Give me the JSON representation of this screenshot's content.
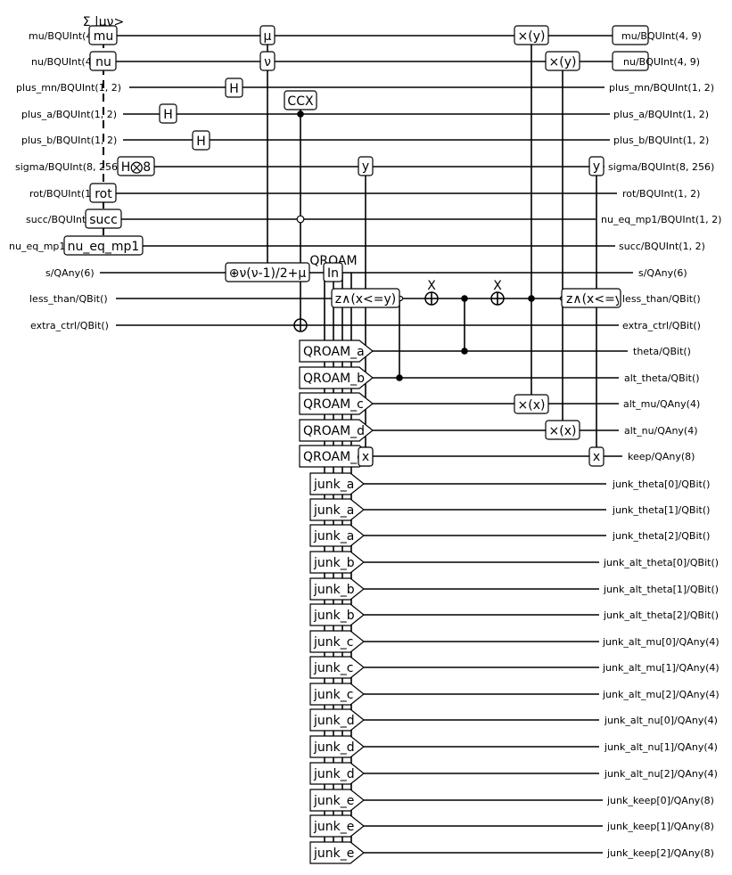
{
  "left_labels": [
    "mu/BQUInt(4, 9)",
    "nu/BQUInt(4, 9)",
    "plus_mn/BQUInt(1, 2)",
    "plus_a/BQUInt(1, 2)",
    "plus_b/BQUInt(1, 2)",
    "sigma/BQUInt(8, 256)",
    "rot/BQUInt(1, 2)",
    "succ/BQUInt(1, 2)",
    "nu_eq_mp1/BQUInt(1, 2)",
    "s/QAny(6)",
    "less_than/QBit()",
    "extra_ctrl/QBit()"
  ],
  "right_labels": [
    "mu/BQUInt(4, 9)",
    "nu/BQUInt(4, 9)",
    "plus_mn/BQUInt(1, 2)",
    "plus_a/BQUInt(1, 2)",
    "plus_b/BQUInt(1, 2)",
    "sigma/BQUInt(8, 256)",
    "rot/BQUInt(1, 2)",
    "nu_eq_mp1/BQUInt(1, 2)",
    "succ/BQUInt(1, 2)",
    "s/QAny(6)",
    "less_than/QBit()",
    "extra_ctrl/QBit()",
    "theta/QBit()",
    "alt_theta/QBit()",
    "alt_mu/QAny(4)",
    "alt_nu/QAny(4)",
    "keep/QAny(8)",
    "junk_theta[0]/QBit()",
    "junk_theta[1]/QBit()",
    "junk_theta[2]/QBit()",
    "junk_alt_theta[0]/QBit()",
    "junk_alt_theta[1]/QBit()",
    "junk_alt_theta[2]/QBit()",
    "junk_alt_mu[0]/QAny(4)",
    "junk_alt_mu[1]/QAny(4)",
    "junk_alt_mu[2]/QAny(4)",
    "junk_alt_nu[0]/QAny(4)",
    "junk_alt_nu[1]/QAny(4)",
    "junk_alt_nu[2]/QAny(4)",
    "junk_keep[0]/QAny(8)",
    "junk_keep[1]/QAny(8)",
    "junk_keep[2]/QAny(8)"
  ],
  "header": {
    "prep_title": "Σ |μν>",
    "qroam_title": "QROAM",
    "x_gate_1": "X",
    "x_gate_2": "X"
  },
  "gates": {
    "prep_mu": "mu",
    "prep_nu": "nu",
    "prep_rot": "rot",
    "prep_succ": "succ",
    "prep_nu_eq_mp1": "nu_eq_mp1",
    "h_plus_mn": "H",
    "h_plus_a": "H",
    "h_plus_b": "H",
    "h_sigma": "H⨂8",
    "mu_ctrl": "μ",
    "nu_ctrl": "ν",
    "add_formula": "⊕ν(ν-1)/2+μ",
    "ccx": "CCX",
    "qroam_in": "In",
    "lte_1": "z∧(x<=y)",
    "lte_2": "z∧(x<=y)",
    "sigma_y_1": "y",
    "sigma_y_2": "y",
    "keep_x_1": "x",
    "keep_x_2": "x",
    "swap_mu_y": "×(y)",
    "swap_nu_y": "×(y)",
    "swap_mu_x": "×(x)",
    "swap_nu_x": "×(x)"
  },
  "qroam_outputs": [
    "QROAM_a",
    "QROAM_b",
    "QROAM_c",
    "QROAM_d",
    "QROAM_e"
  ],
  "junk_outputs": [
    "junk_a",
    "junk_a",
    "junk_a",
    "junk_b",
    "junk_b",
    "junk_b",
    "junk_c",
    "junk_c",
    "junk_c",
    "junk_d",
    "junk_d",
    "junk_d",
    "junk_e",
    "junk_e",
    "junk_e"
  ]
}
